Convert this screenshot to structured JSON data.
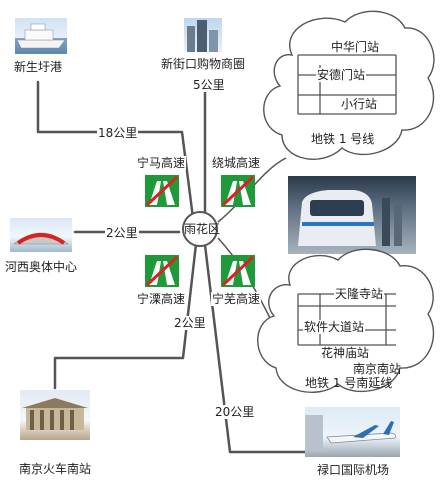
{
  "center": {
    "label": "雨花区"
  },
  "highways": {
    "ningma": "宁马高速",
    "raocheng": "绕城高速",
    "ningli": "宁溧高速",
    "ningwu": "宁芜高速"
  },
  "destinations": {
    "xinsheng": {
      "name": "新生圩港",
      "distance": "18公里"
    },
    "xinjiekou": {
      "name": "新街口购物商圈",
      "distance": "5公里"
    },
    "hexi": {
      "name": "河西奥体中心",
      "distance": "2公里"
    },
    "south_station": {
      "name": "南京火车南站",
      "distance": "2公里"
    },
    "airport": {
      "name": "禄口国际机场",
      "distance": "20公里"
    }
  },
  "metro_line1": {
    "title": "地铁 1 号线",
    "stations": [
      "中华门站",
      "安德门站",
      "小行站"
    ]
  },
  "metro_line1_ext": {
    "title": "地铁 1 号南延线",
    "stations": [
      "天隆寺站",
      "软件大道站",
      "花神庙站",
      "南京南站"
    ]
  },
  "colors": {
    "line": "#555555",
    "badge_green": "#1f9a3a",
    "badge_red": "#d8231f"
  }
}
